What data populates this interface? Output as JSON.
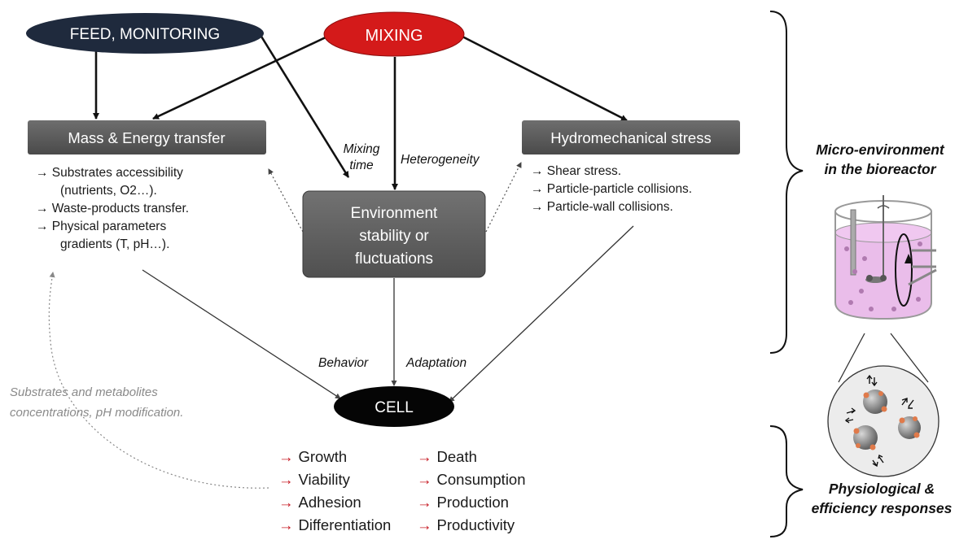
{
  "nodes": {
    "feed": "FEED, MONITORING",
    "mixing": "MIXING",
    "mass": "Mass & Energy transfer",
    "hydro": "Hydromechanical stress",
    "environment": [
      "Environment",
      "stability or",
      "fluctuations"
    ],
    "cell": "CELL"
  },
  "edge_labels": {
    "mixing_time": [
      "Mixing",
      "time"
    ],
    "heterogeneity": "Heterogeneity",
    "behavior": "Behavior",
    "adaptation": "Adaptation",
    "feedback": [
      "Substrates and metabolites",
      "concentrations, pH modification."
    ]
  },
  "mass_items": [
    "→  Substrates accessibility",
    "(nutrients, O2…).",
    "→  Waste-products transfer.",
    "→  Physical parameters",
    "gradients (T, pH…)."
  ],
  "hydro_items": [
    "→  Shear stress.",
    "→  Particle-particle collisions.",
    "→  Particle-wall collisions."
  ],
  "responses_left": [
    "Growth",
    "Viability",
    "Adhesion",
    "Differentiation"
  ],
  "responses_right": [
    "Death",
    "Consumption",
    "Production",
    "Productivity"
  ],
  "response_arrow": "→",
  "side_labels": {
    "micro": [
      "Micro-environment",
      "in the bioreactor"
    ],
    "physio": [
      "Physiological &",
      "efficiency responses"
    ]
  },
  "colors": {
    "feed_fill": "#1f2a3d",
    "mixing_fill": "#d41a1a",
    "box_fill": "#5a5a5a",
    "cell_fill": "#050505",
    "accent_arrow": "#c8202a",
    "liquid": "#e8b6e8"
  }
}
